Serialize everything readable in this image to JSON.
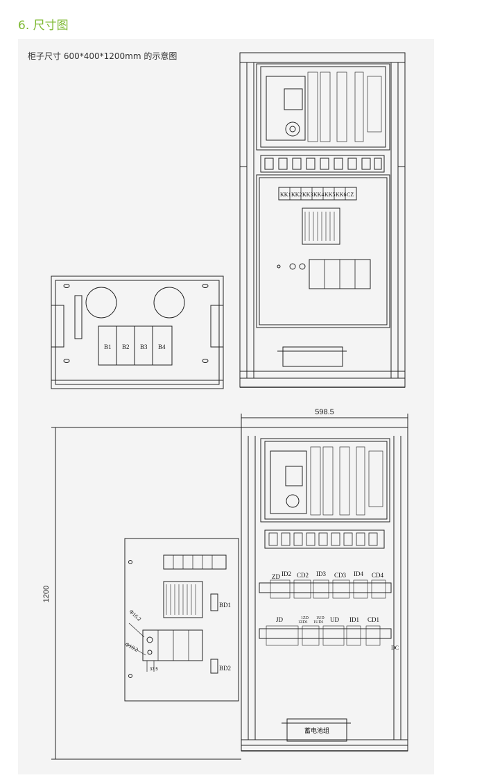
{
  "section": {
    "title": "6. 尺寸图"
  },
  "caption": "柜子尺寸 600*400*1200mm 的示意图",
  "colors": {
    "accent": "#7cb82f",
    "panel": "#f4f4f4",
    "line": "#222222"
  },
  "top_front": {
    "switch_labels": [
      "KK1",
      "KK2",
      "KK3",
      "KK4",
      "KK5",
      "KK6",
      "CZ"
    ]
  },
  "side_panel": {
    "battery_labels": [
      "B1",
      "B2",
      "B3",
      "B4"
    ]
  },
  "bottom_front": {
    "width_dim": "598.5",
    "height_dim": "1200",
    "row1_labels": [
      "ZD",
      "ID2",
      "CD2",
      "ID3",
      "CD3",
      "ID4",
      "CD4"
    ],
    "row2_labels": [
      "JD",
      "1ZD",
      "1UD",
      "UD",
      "ID1",
      "CD1"
    ],
    "row2_sub": [
      "1ZD1",
      "1UD1"
    ],
    "dc_label": "DC",
    "battery_box": "蓄电池组"
  },
  "overlay_panel": {
    "bd1": "BD1",
    "bd2": "BD2",
    "hole1": "Φ16.2",
    "hole2": "Φ10.2",
    "dim_small": "37.5"
  }
}
